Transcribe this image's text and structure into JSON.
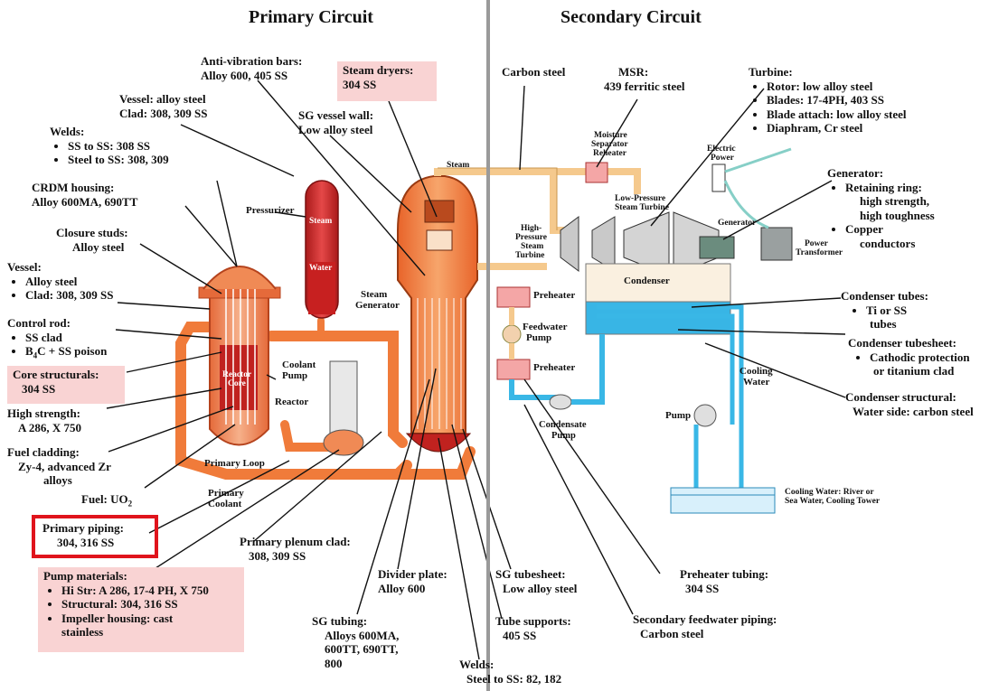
{
  "titles": {
    "primary": "Primary Circuit",
    "secondary": "Secondary Circuit"
  },
  "primary_labels": {
    "anti_vibration": {
      "title": "Anti-vibration bars:",
      "value": "Alloy 600, 405 SS"
    },
    "steam_dryers": {
      "title": "Steam dryers:",
      "value": "304 SS"
    },
    "vessel_clad": {
      "title": "Vessel: alloy steel",
      "value": "Clad: 308, 309 SS"
    },
    "sg_vessel_wall": {
      "title": "SG vessel wall:",
      "value": "Low alloy steel"
    },
    "welds": {
      "title": "Welds:",
      "items": [
        "SS to SS: 308 SS",
        "Steel to SS: 308, 309"
      ]
    },
    "crdm": {
      "title": "CRDM housing:",
      "value": "Alloy 600MA, 690TT"
    },
    "closure_studs": {
      "title": "Closure studs:",
      "value": "Alloy steel"
    },
    "vessel": {
      "title": "Vessel:",
      "items": [
        "Alloy steel",
        "Clad: 308, 309 SS"
      ]
    },
    "control_rod": {
      "title": "Control rod:",
      "items": [
        "SS clad",
        "B",
        "4",
        "C + SS poison"
      ]
    },
    "core_structurals": {
      "title": "Core structurals:",
      "value": "304 SS"
    },
    "high_strength": {
      "title": "High strength:",
      "value": "A 286, X 750"
    },
    "fuel_cladding": {
      "title": "Fuel cladding:",
      "value": "Zy-4, advanced Zr",
      "value2": "alloys"
    },
    "fuel": {
      "title": "Fuel: UO",
      "sub": "2"
    },
    "primary_piping": {
      "title": "Primary piping:",
      "value": "304, 316 SS"
    },
    "pump_materials": {
      "title": "Pump materials:",
      "items": [
        "Hi Str: A 286, 17-4 PH, X 750",
        "Structural: 304, 316 SS",
        "Impeller housing: cast",
        "stainless"
      ]
    },
    "primary_plenum": {
      "title": "Primary plenum clad:",
      "value": "308, 309 SS"
    },
    "divider_plate": {
      "title": "Divider plate:",
      "value": "Alloy 600"
    },
    "sg_tubing": {
      "title": "SG tubing:",
      "value": "Alloys 600MA,",
      "value2": "600TT, 690TT,",
      "value3": "800"
    },
    "sg_tubesheet": {
      "title": "SG tubesheet:",
      "value": "Low alloy steel"
    },
    "tube_supports": {
      "title": "Tube supports:",
      "value": "405 SS"
    },
    "welds_bottom": {
      "title": "Welds:",
      "value": "Steel to SS: 82, 182"
    }
  },
  "secondary_labels": {
    "carbon_steel": "Carbon steel",
    "msr": {
      "title": "MSR:",
      "value": "439 ferritic steel"
    },
    "turbine": {
      "title": "Turbine:",
      "items": [
        "Rotor: low alloy steel",
        "Blades: 17-4PH, 403 SS",
        "Blade attach: low alloy steel",
        "Diaphram, Cr steel"
      ]
    },
    "generator": {
      "title": "Generator:",
      "items": [
        "Retaining ring:",
        "high strength,",
        "high toughness",
        "Copper",
        "conductors"
      ]
    },
    "condenser_tubes": {
      "title": "Condenser tubes:",
      "items": [
        "Ti or SS",
        "tubes"
      ]
    },
    "condenser_tubesheet": {
      "title": "Condenser tubesheet:",
      "items": [
        "Cathodic protection",
        "or titanium clad"
      ]
    },
    "condenser_structural": {
      "title": "Condenser structural:",
      "value": "Water side: carbon steel"
    },
    "preheater_tubing": {
      "title": "Preheater tubing:",
      "value": "304 SS"
    },
    "feedwater_piping": {
      "title": "Secondary feedwater piping:",
      "value": "Carbon steel"
    }
  },
  "component_labels": {
    "steam": "Steam",
    "pressurizer": "Pressurizer",
    "steam_in_pressurizer": "Steam",
    "water_in_pressurizer": "Water",
    "steam_generator": [
      "Steam",
      "Generator"
    ],
    "coolant_pump": [
      "Coolant",
      "Pump"
    ],
    "reactor": "Reactor",
    "reactor_core": [
      "Reactor",
      "Core"
    ],
    "primary_loop": "Primary Loop",
    "primary_coolant": [
      "Primary",
      "Coolant"
    ],
    "moisture_sep": [
      "Moisture",
      "Separator",
      "Reheater"
    ],
    "hp_turbine": [
      "High-",
      "Pressure",
      "Steam",
      "Turbine"
    ],
    "lp_turbine": [
      "Low-Pressure",
      "Steam Turbine"
    ],
    "electric_power": [
      "Electric",
      "Power"
    ],
    "generator_unit": "Generator",
    "power_transformer": [
      "Power",
      "Transformer"
    ],
    "condenser": "Condenser",
    "preheater1": "Preheater",
    "preheater2": "Preheater",
    "feedwater_pump": [
      "Feedwater",
      "Pump"
    ],
    "condensate_pump": [
      "Condensate",
      "Pump"
    ],
    "cooling_water": [
      "Cooling",
      "Water"
    ],
    "pump": "Pump",
    "cooling_water_source": [
      "Cooling Water:  River or",
      "Sea Water, Cooling Tower"
    ]
  },
  "colors": {
    "primary_pipe": "#f07b3a",
    "primary_dark": "#c83a14",
    "secondary_pipe": "#f5c98d",
    "cooling": "#39b7e6",
    "highlight": "#f9d3d3",
    "box": "#e0141c"
  }
}
